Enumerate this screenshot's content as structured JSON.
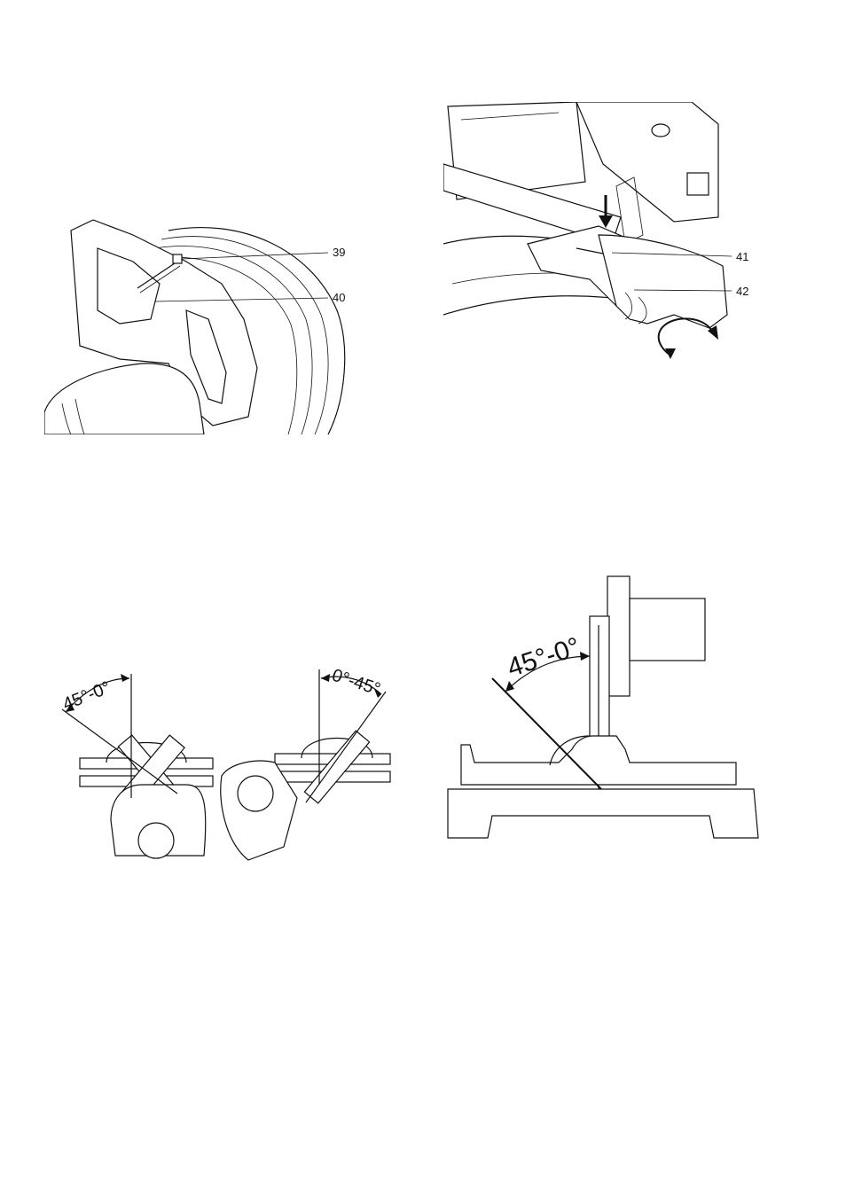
{
  "figures": {
    "blade_guard": {
      "callouts": [
        "39",
        "40"
      ]
    },
    "bevel_lock": {
      "callouts": [
        "41",
        "42"
      ]
    },
    "miter_topview": {
      "left_angle": "45°-0°",
      "right_angle": "0°-45°"
    },
    "bevel_sideview": {
      "angle": "45°-0°"
    }
  }
}
